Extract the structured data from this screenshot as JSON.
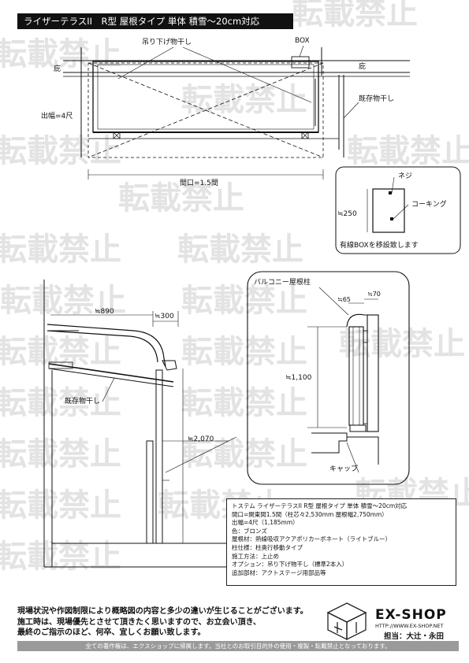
{
  "header": {
    "title": "ライザーテラスII　R型  屋根タイプ  単体   積雪～20cm対応"
  },
  "watermark": {
    "text": "転載禁止"
  },
  "plan": {
    "label_hanging": "吊り下げ物干し",
    "label_box": "BOX",
    "label_eave_left": "庇",
    "label_eave_right": "庇",
    "label_existing": "既存物干し",
    "label_depth": "出幅=4尺",
    "label_width": "間口=1.5間"
  },
  "detail_box": {
    "label_screw": "ネジ",
    "label_caulking": "コーキング",
    "label_height": "≒250",
    "label_note": "有線BOXを移設致します"
  },
  "section": {
    "label_890": "≒890",
    "label_300": "≒300",
    "label_existing": "既存物干し",
    "label_2070": "≒2,070"
  },
  "balcony": {
    "title": "バルコニー屋根柱",
    "label_65": "≒65",
    "label_70": "≒70",
    "label_1100": "≒1,100",
    "label_cap": "キャップ"
  },
  "spec": {
    "line1": "トステム ライザーテラスII R型 屋根タイプ 単体  積雪～20cm対応",
    "line2": "間口=関東間1.5間（柱芯々2,530mm 屋根幅2,750mm）",
    "line3": "出幅=4尺（1,185mm）",
    "line4": "色：ブロンズ",
    "line5": "屋根材：熱線吸収アクアポリカーボネート（ライトブルー）",
    "line6": "柱仕様：柱奥行移動タイプ",
    "line7": "施工方法：上止め",
    "line8": "オプション：吊り下げ物干し（標準2本入）",
    "line9": "追加部材：アクトステージ用部品等"
  },
  "notice": {
    "line1": "現場状況や作図制限により概略図の内容と多少の違いが生じることがございます。",
    "line2": "施工時は、現場優先とさせて頂きたく思いますので、お立会い頂き、",
    "line3": "最終のご指示のほど、何卒、宜しくお願い致します。"
  },
  "logo": {
    "name": "EX-SHOP",
    "url": "HTTP://WWW.EX-SHOP.NET",
    "staff": "担当：大辻・永田"
  },
  "footer": {
    "text": "全ての著作権は、エクスショップに帰属します。当社とのお取引目的外の使用・複製・転載禁止となっております。"
  }
}
